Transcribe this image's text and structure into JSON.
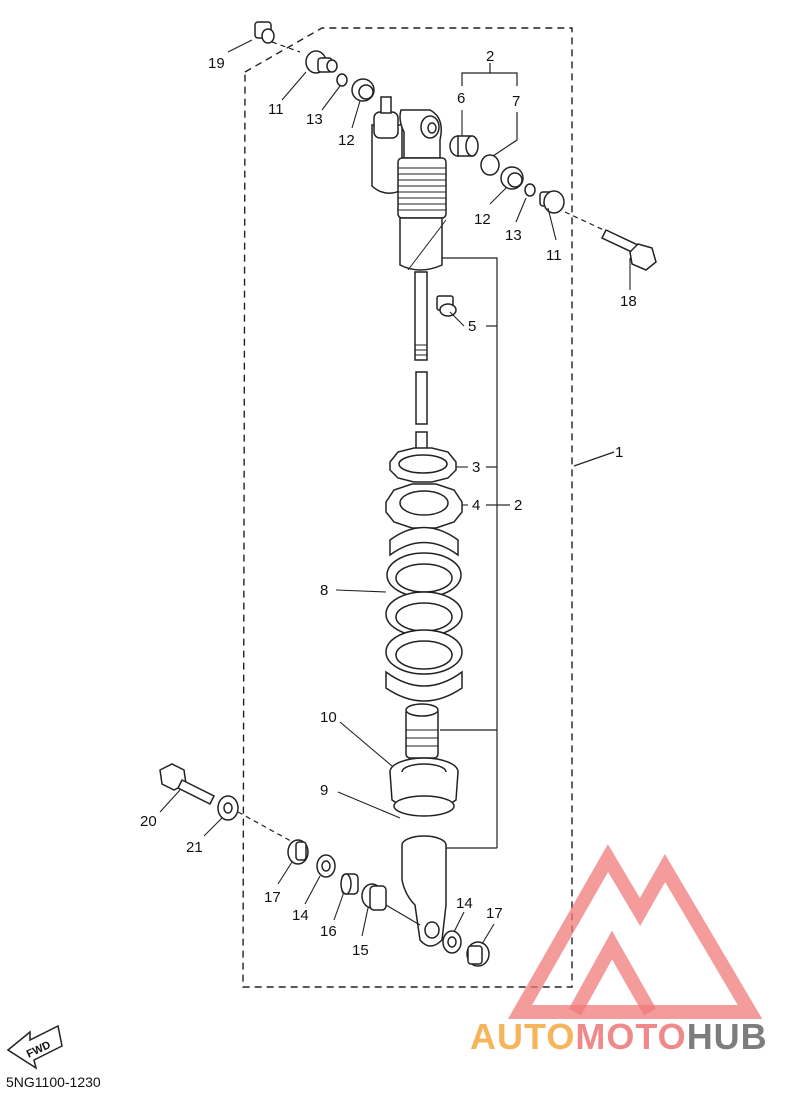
{
  "diagram": {
    "code": "5NG1100-1230",
    "fwd_label": "FWD",
    "callouts": {
      "c1": "1",
      "c2a": "2",
      "c2b": "2",
      "c3": "3",
      "c4": "4",
      "c5": "5",
      "c6": "6",
      "c7": "7",
      "c8": "8",
      "c9": "9",
      "c10": "10",
      "c11a": "11",
      "c11b": "11",
      "c12a": "12",
      "c12b": "12",
      "c13a": "13",
      "c13b": "13",
      "c14a": "14",
      "c14b": "14",
      "c15": "15",
      "c16": "16",
      "c17a": "17",
      "c17b": "17",
      "c18": "18",
      "c19": "19",
      "c20": "20",
      "c21": "21"
    }
  },
  "watermark": {
    "brand_part1": "AUTO",
    "brand_part2": "MOTO",
    "brand_part3": "HUB",
    "colors": {
      "auto": "#f6b55a",
      "moto": "#f08a8a",
      "hub": "#7d7d7d",
      "logo": "#f07a7a"
    }
  }
}
